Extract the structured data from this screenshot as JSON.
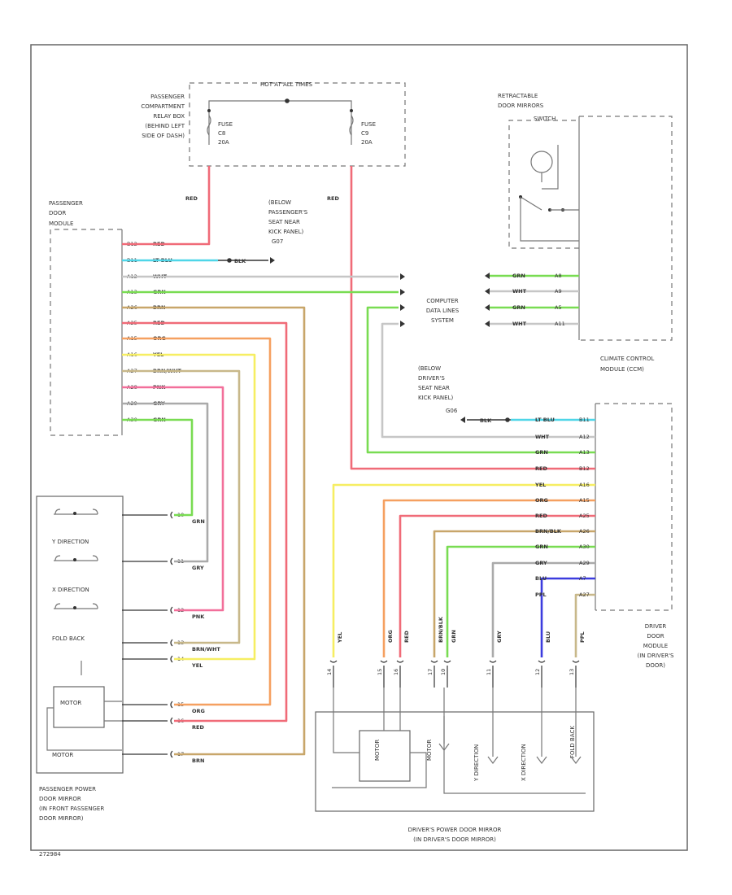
{
  "colors": {
    "RED": "#f06b78",
    "LT_BLU": "#4fd6e8",
    "WHT": "#c6c6c6",
    "GRN": "#79dc52",
    "BRN": "#c8a66a",
    "ORG": "#f5a060",
    "YEL": "#f6ee62",
    "BRN_WHT": "#c8b88a",
    "PNK": "#f26f9a",
    "GRY": "#aaaaaa",
    "BLU": "#3c3cde",
    "BLK": "#333333"
  },
  "labels": {
    "fuse_box_header": "HOT AT ALL TIMES",
    "pcrb_l1": "PASSENGER",
    "pcrb_l2": "COMPARTMENT",
    "pcrb_l3": "RELAY BOX",
    "pcrb_l4": "(BEHIND LEFT",
    "pcrb_l5": "SIDE OF DASH)",
    "fuse_l_name": "FUSE",
    "fuse_l_num": "C8",
    "fuse_l_amp": "20A",
    "fuse_r_name": "FUSE",
    "fuse_r_num": "C9",
    "fuse_r_amp": "20A",
    "red_left": "RED",
    "red_right": "RED",
    "retract_l1": "RETRACTABLE",
    "retract_l2": "DOOR MIRRORS",
    "retract_l3": "SWITCH",
    "pdm_l1": "PASSENGER",
    "pdm_l2": "DOOR",
    "pdm_l3": "MODULE",
    "ground1_l1": "(BELOW",
    "ground1_l2": "PASSENGER'S",
    "ground1_l3": "SEAT NEAR",
    "ground1_l4": "KICK PANEL)",
    "ground1_l5": "G07",
    "cds_l1": "COMPUTER",
    "cds_l2": "DATA LINES",
    "cds_l3": "SYSTEM",
    "ccm_l1": "CLIMATE CONTROL",
    "ccm_l2": "MODULE (CCM)",
    "ground2_l1": "(BELOW",
    "ground2_l2": "DRIVER'S",
    "ground2_l3": "SEAT NEAR",
    "ground2_l4": "KICK PANEL)",
    "ground2_l5": "G06",
    "ddm_l1": "DRIVER",
    "ddm_l2": "DOOR",
    "ddm_l3": "MODULE",
    "ddm_l4": "(IN DRIVER'S",
    "ddm_l5": "DOOR)",
    "pmirror_l1": "PASSENGER POWER",
    "pmirror_l2": "DOOR MIRROR",
    "pmirror_l3": "(IN FRONT PASSENGER",
    "pmirror_l4": "DOOR MIRROR)",
    "dmirror_l1": "DRIVER'S POWER DOOR MIRROR",
    "dmirror_l2": "(IN DRIVER'S DOOR MIRROR)",
    "ydir_left": "Y DIRECTION",
    "xdir_left": "X DIRECTION",
    "fold_left": "FOLD BACK",
    "motor_left": "MOTOR",
    "ydir_right": "Y DIRECTION",
    "xdir_right": "X DIRECTION",
    "fold_right": "FOLD BACK",
    "motor_right": "MOTOR",
    "footer": "272984"
  },
  "pdm_pins": [
    {
      "pin": "B12",
      "wire": "RED"
    },
    {
      "pin": "B11",
      "wire": "LT BLU"
    },
    {
      "pin": "A12",
      "wire": "WHT"
    },
    {
      "pin": "A13",
      "wire": "GRN"
    },
    {
      "pin": "A26",
      "wire": "BRN"
    },
    {
      "pin": "A25",
      "wire": "RED"
    },
    {
      "pin": "A15",
      "wire": "ORG"
    },
    {
      "pin": "A16",
      "wire": "YEL"
    },
    {
      "pin": "A27",
      "wire": "BRN/WHT"
    },
    {
      "pin": "A28",
      "wire": "PNK"
    },
    {
      "pin": "A29",
      "wire": "GRY"
    },
    {
      "pin": "A30",
      "wire": "GRN"
    }
  ],
  "ccm_pins": [
    {
      "pin": "A8",
      "wire": "GRN"
    },
    {
      "pin": "A9",
      "wire": "WHT"
    },
    {
      "pin": "A5",
      "wire": "GRN"
    },
    {
      "pin": "A11",
      "wire": "WHT"
    }
  ],
  "ddm_pins": [
    {
      "pin": "B11",
      "wire": "LT BLU"
    },
    {
      "pin": "A12",
      "wire": "WHT"
    },
    {
      "pin": "A13",
      "wire": "GRN"
    },
    {
      "pin": "B12",
      "wire": "RED"
    },
    {
      "pin": "A16",
      "wire": "YEL"
    },
    {
      "pin": "A15",
      "wire": "ORG"
    },
    {
      "pin": "A25",
      "wire": "RED"
    },
    {
      "pin": "A26",
      "wire": "BRN/BLK"
    },
    {
      "pin": "A30",
      "wire": "GRN"
    },
    {
      "pin": "A29",
      "wire": "GRY"
    },
    {
      "pin": "A7",
      "wire": "BLU"
    },
    {
      "pin": "A27",
      "wire": "PPL"
    }
  ],
  "left_mirror_conn": [
    {
      "wire": "GRN",
      "pin": "10"
    },
    {
      "wire": "GRY",
      "pin": "11"
    },
    {
      "wire": "PNK",
      "pin": "12"
    },
    {
      "wire": "BRN/WHT",
      "pin": "13"
    },
    {
      "wire": "YEL",
      "pin": "14"
    },
    {
      "wire": "ORG",
      "pin": "15"
    },
    {
      "wire": "RED",
      "pin": "16"
    },
    {
      "wire": "BRN",
      "pin": "17"
    }
  ],
  "right_mirror_wires": [
    {
      "wire": "YEL",
      "pin": "14"
    },
    {
      "wire": "ORG",
      "pin": "15"
    },
    {
      "wire": "RED",
      "pin": "16"
    },
    {
      "wire": "BRN/BLK",
      "pin": "17"
    },
    {
      "wire": "GRN",
      "pin": "10"
    },
    {
      "wire": "GRY",
      "pin": "11"
    },
    {
      "wire": "BLU",
      "pin": "12"
    },
    {
      "wire": "PPL",
      "pin": "13"
    }
  ],
  "ground_wire": {
    "wire": "BLK"
  }
}
